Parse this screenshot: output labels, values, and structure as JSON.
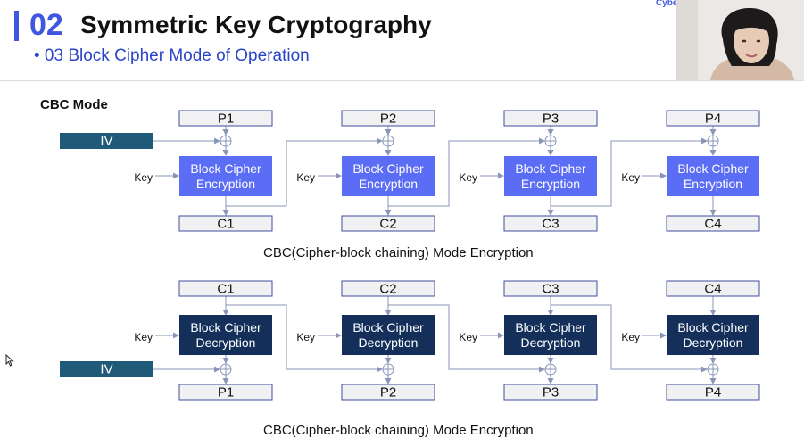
{
  "header": {
    "section_number": "02",
    "title": "Symmetric Key Cryptography",
    "subtitle": "• 03 Block Cipher Mode of Operation",
    "brand_text": "Cybe"
  },
  "diagram": {
    "mode_label": "CBC Mode",
    "encryption": {
      "iv_label": "IV",
      "key_label": "Key",
      "plaintexts": [
        "P1",
        "P2",
        "P3",
        "P4"
      ],
      "block_label": [
        "Block Cipher",
        "Encryption"
      ],
      "ciphertexts": [
        "C1",
        "C2",
        "C3",
        "C4"
      ],
      "caption": "CBC(Cipher-block chaining) Mode Encryption"
    },
    "decryption": {
      "iv_label": "IV",
      "key_label": "Key",
      "ciphertexts": [
        "C1",
        "C2",
        "C3",
        "C4"
      ],
      "block_label": [
        "Block Cipher",
        "Decryption"
      ],
      "plaintexts": [
        "P1",
        "P2",
        "P3",
        "P4"
      ],
      "caption": "CBC(Cipher-block chaining) Mode Encryption"
    }
  },
  "colors": {
    "accent": "#3f57e0",
    "enc_block": "#5b6cf5",
    "dec_block": "#14305a",
    "iv_box": "#1f5b78",
    "line": "#8a96b8"
  }
}
